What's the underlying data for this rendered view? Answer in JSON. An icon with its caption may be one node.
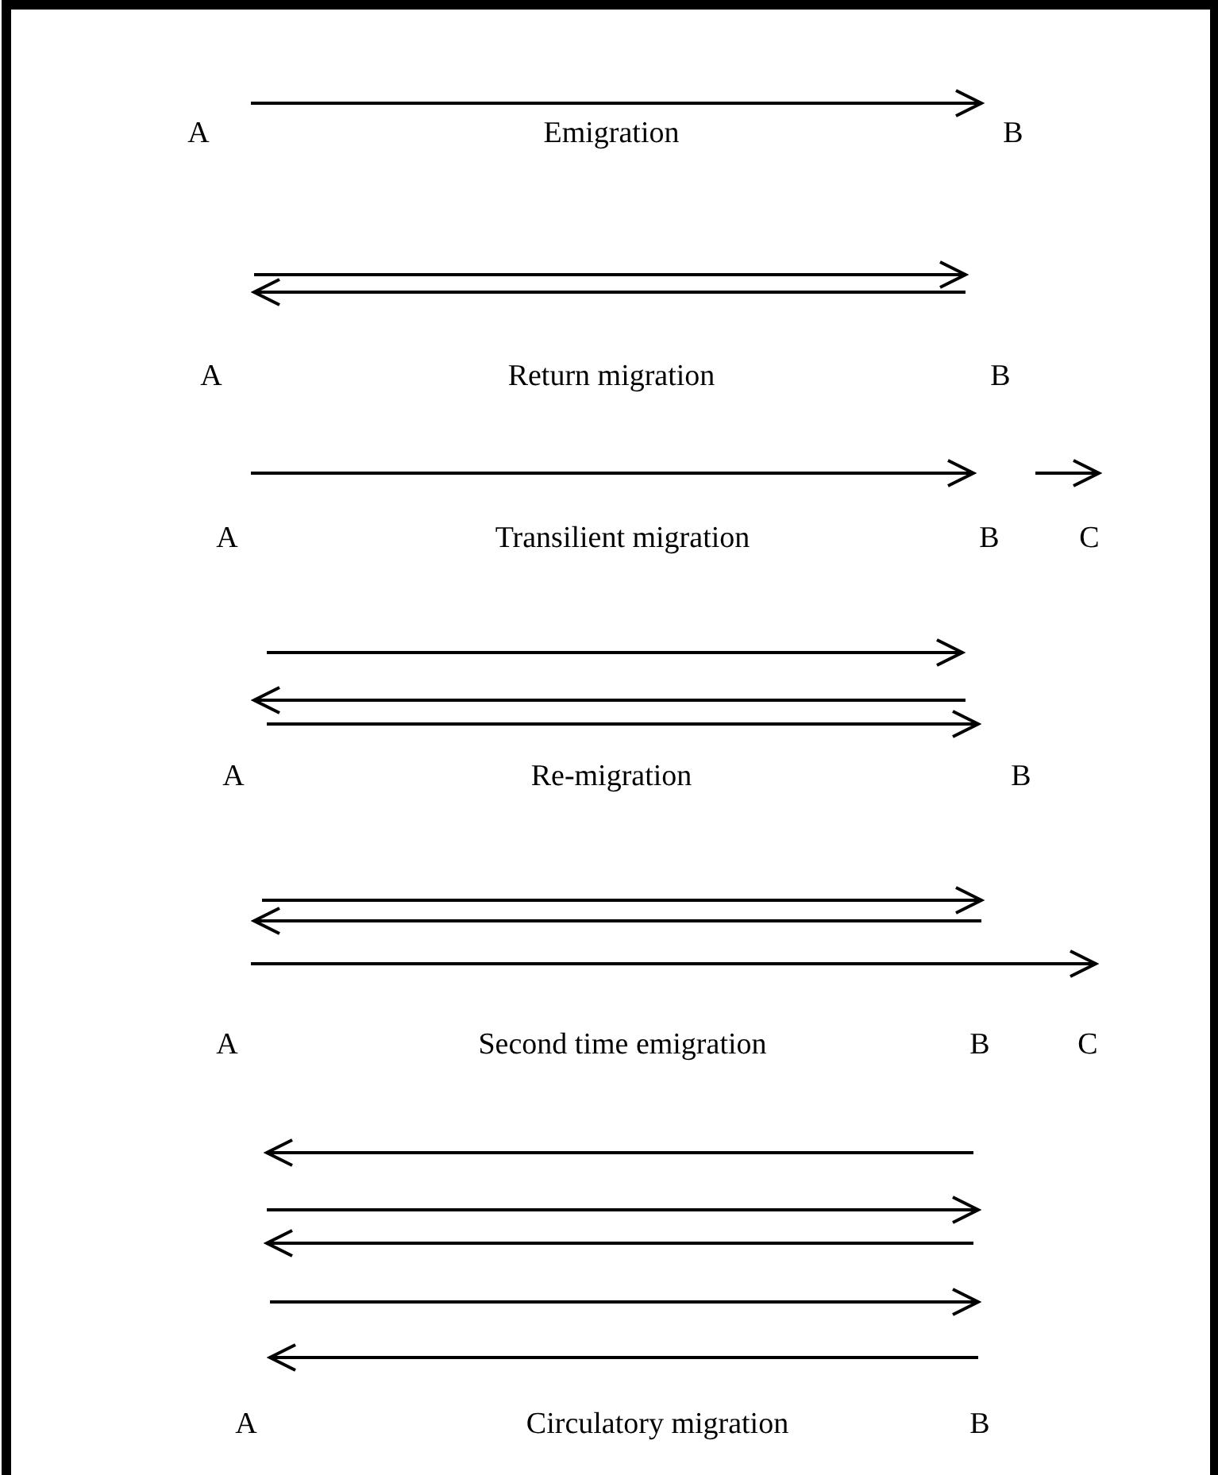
{
  "diagram": {
    "labels": [
      "A",
      "Emigration",
      "B",
      "A",
      "Return migration",
      "B",
      "A",
      "Transilient migration",
      "B",
      "C",
      "A",
      "Re-migration",
      "B",
      "A",
      "Second time emigration",
      "B",
      "C",
      "A",
      "Circulatory migration",
      "B"
    ]
  }
}
